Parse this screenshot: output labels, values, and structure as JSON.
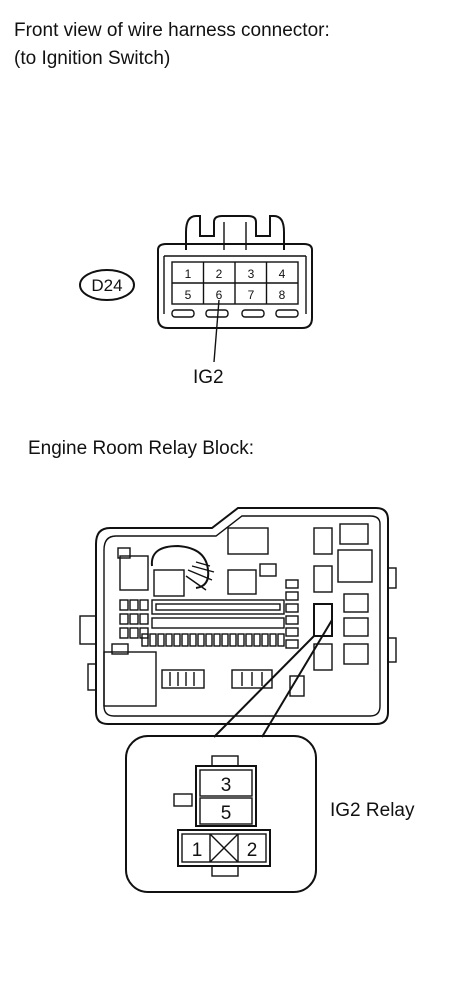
{
  "headings": {
    "connector_view": "Front view of wire harness connector:",
    "connector_target": "(to Ignition Switch)",
    "relay_block": "Engine Room Relay Block:"
  },
  "connector": {
    "code": "D24",
    "pins": [
      "1",
      "2",
      "3",
      "4",
      "5",
      "6",
      "7",
      "8"
    ],
    "callout": "IG2"
  },
  "relay": {
    "label": "IG2 Relay",
    "terminals": [
      "3",
      "5",
      "1",
      "2"
    ]
  }
}
